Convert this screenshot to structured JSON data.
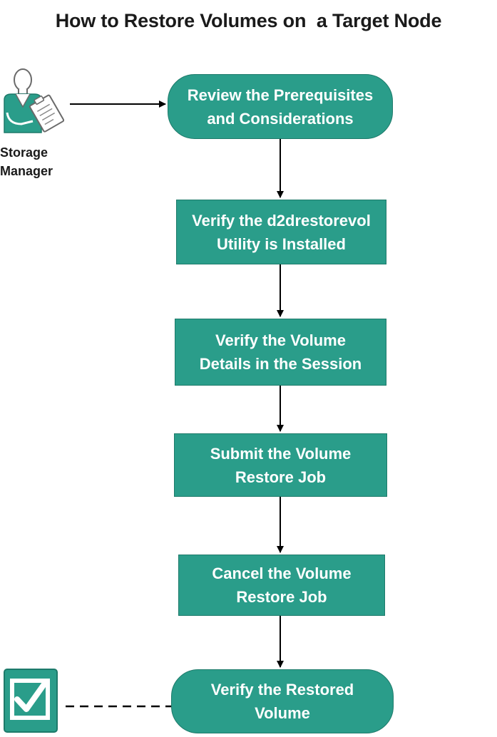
{
  "title": "How to Restore Volumes on  a Target Node",
  "actor": {
    "label_line1": "Storage",
    "label_line2": "Manager",
    "icon": "storage-manager-icon"
  },
  "completion_icon": "checkbox-checked-icon",
  "steps": [
    {
      "line1": "Review the Prerequisites",
      "line2": "and Considerations",
      "shape": "terminal"
    },
    {
      "line1": "Verify the d2drestorevol",
      "line2": "Utility is Installed",
      "shape": "process"
    },
    {
      "line1": "Verify the Volume",
      "line2": "Details in the Session",
      "shape": "process"
    },
    {
      "line1": "Submit the Volume",
      "line2": "Restore Job",
      "shape": "process"
    },
    {
      "line1": "Cancel the Volume",
      "line2": "Restore Job",
      "shape": "process"
    },
    {
      "line1": "Verify the Restored",
      "line2": "Volume",
      "shape": "terminal"
    }
  ],
  "colors": {
    "step_fill": "#2a9d8a",
    "step_border": "#1d7a6a",
    "step_text": "#ffffff",
    "connector": "#000000"
  }
}
